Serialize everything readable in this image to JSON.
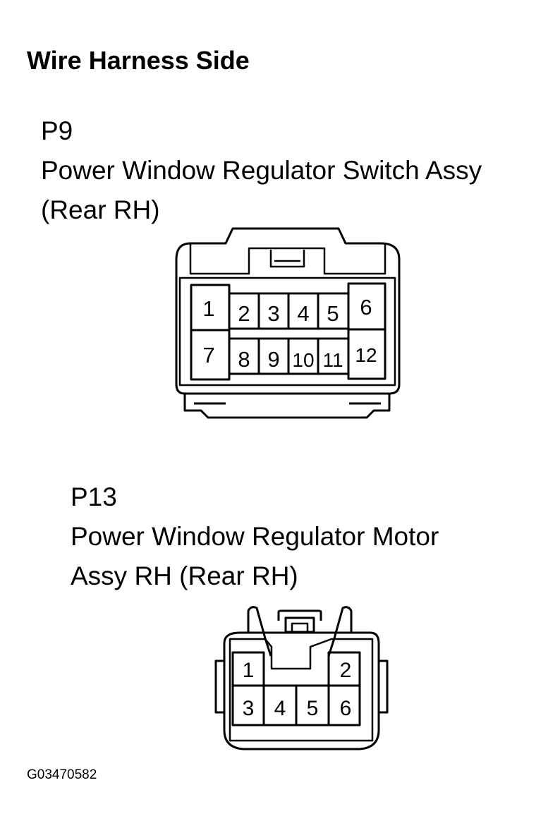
{
  "heading": "Wire Harness Side",
  "connectors": [
    {
      "id": "P9",
      "name_line1": "Power Window Regulator Switch Assy",
      "name_line2": "(Rear RH)",
      "pins": [
        "1",
        "2",
        "3",
        "4",
        "5",
        "6",
        "7",
        "8",
        "9",
        "10",
        "11",
        "12"
      ]
    },
    {
      "id": "P13",
      "name_line1": "Power Window Regulator Motor",
      "name_line2": "Assy RH (Rear RH)",
      "pins": [
        "1",
        "2",
        "3",
        "4",
        "5",
        "6"
      ]
    }
  ],
  "figure_code": "G03470582"
}
